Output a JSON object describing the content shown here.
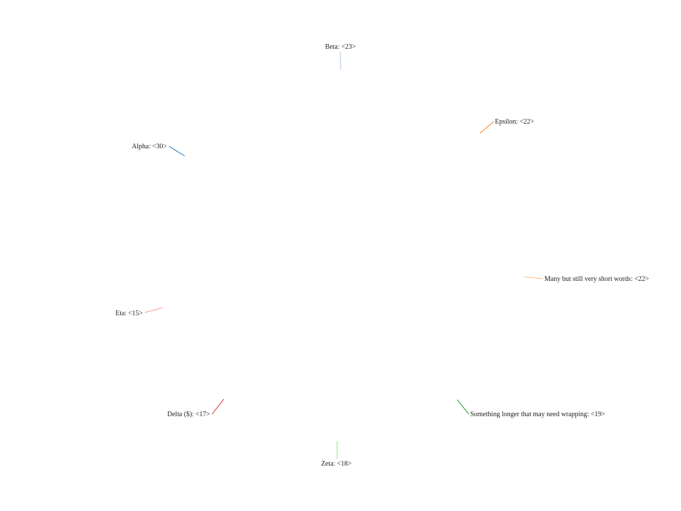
{
  "chart_data": {
    "type": "pie",
    "categories": [
      "Alpha",
      "Beta",
      "Epsilon",
      "Many but still very short words",
      "Something longer that may need wrapping",
      "Zeta",
      "Delta ($)",
      "Eta"
    ],
    "values": [
      30,
      23,
      22,
      22,
      19,
      18,
      17,
      15
    ],
    "labels": [
      "Alpha: <30>",
      "Beta: <23>",
      "Epsilon: <22>",
      "Many but still very short words: <22>",
      "Something longer that may need wrapping: <19>",
      "Zeta: <18>",
      "Delta ($): <17>",
      "Eta: <15>"
    ],
    "colors": [
      "#1f77b4",
      "#aec7e8",
      "#ff7f0e",
      "#ffbb78",
      "#2ca02c",
      "#98df8a",
      "#d62728",
      "#ff9896"
    ],
    "slices_filled": false,
    "title": "",
    "legend": "none"
  }
}
